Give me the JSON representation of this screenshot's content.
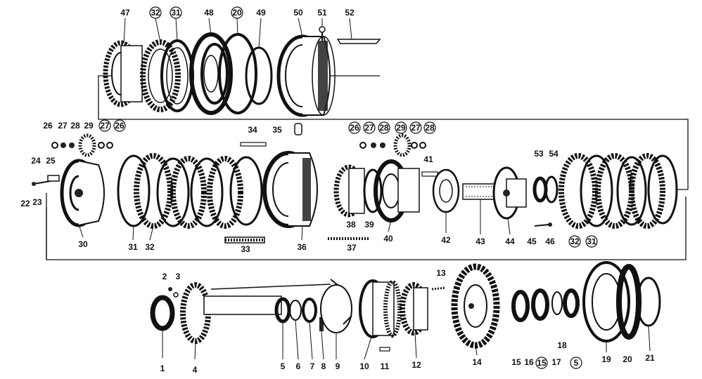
{
  "diagram": {
    "callouts": [
      {
        "id": "c47",
        "text": "47",
        "circled": false
      },
      {
        "id": "c32a",
        "text": "32",
        "circled": true
      },
      {
        "id": "c31a",
        "text": "31",
        "circled": true
      },
      {
        "id": "c48",
        "text": "48",
        "circled": false
      },
      {
        "id": "c20a",
        "text": "20",
        "circled": true
      },
      {
        "id": "c49",
        "text": "49",
        "circled": false
      },
      {
        "id": "c50",
        "text": "50",
        "circled": false
      },
      {
        "id": "c51",
        "text": "51",
        "circled": false
      },
      {
        "id": "c52",
        "text": "52",
        "circled": false
      },
      {
        "id": "c26a",
        "text": "26",
        "circled": false
      },
      {
        "id": "c27a",
        "text": "27",
        "circled": false
      },
      {
        "id": "c28a",
        "text": "28",
        "circled": false
      },
      {
        "id": "c29a",
        "text": "29",
        "circled": false
      },
      {
        "id": "c27b",
        "text": "27",
        "circled": true
      },
      {
        "id": "c26b",
        "text": "26",
        "circled": true
      },
      {
        "id": "c34",
        "text": "34",
        "circled": false
      },
      {
        "id": "c35",
        "text": "35",
        "circled": false
      },
      {
        "id": "c26c",
        "text": "26",
        "circled": true
      },
      {
        "id": "c27c",
        "text": "27",
        "circled": true
      },
      {
        "id": "c28b",
        "text": "28",
        "circled": true
      },
      {
        "id": "c29b",
        "text": "29",
        "circled": true
      },
      {
        "id": "c27d",
        "text": "27",
        "circled": true
      },
      {
        "id": "c28c",
        "text": "28",
        "circled": true
      },
      {
        "id": "c24",
        "text": "24",
        "circled": false
      },
      {
        "id": "c25",
        "text": "25",
        "circled": false
      },
      {
        "id": "c22",
        "text": "22",
        "circled": false
      },
      {
        "id": "c23",
        "text": "23",
        "circled": false
      },
      {
        "id": "c41",
        "text": "41",
        "circled": false
      },
      {
        "id": "c53",
        "text": "53",
        "circled": false
      },
      {
        "id": "c54",
        "text": "54",
        "circled": false
      },
      {
        "id": "c30",
        "text": "30",
        "circled": false
      },
      {
        "id": "c31b",
        "text": "31",
        "circled": false
      },
      {
        "id": "c32b",
        "text": "32",
        "circled": false
      },
      {
        "id": "c33",
        "text": "33",
        "circled": false
      },
      {
        "id": "c36",
        "text": "36",
        "circled": false
      },
      {
        "id": "c37",
        "text": "37",
        "circled": false
      },
      {
        "id": "c38",
        "text": "38",
        "circled": false
      },
      {
        "id": "c39",
        "text": "39",
        "circled": false
      },
      {
        "id": "c40",
        "text": "40",
        "circled": false
      },
      {
        "id": "c42",
        "text": "42",
        "circled": false
      },
      {
        "id": "c43",
        "text": "43",
        "circled": false
      },
      {
        "id": "c44",
        "text": "44",
        "circled": false
      },
      {
        "id": "c45",
        "text": "45",
        "circled": false
      },
      {
        "id": "c46",
        "text": "46",
        "circled": false
      },
      {
        "id": "c32c",
        "text": "32",
        "circled": true
      },
      {
        "id": "c31c",
        "text": "31",
        "circled": true
      },
      {
        "id": "c2",
        "text": "2",
        "circled": false
      },
      {
        "id": "c3",
        "text": "3",
        "circled": false
      },
      {
        "id": "c13",
        "text": "13",
        "circled": false
      },
      {
        "id": "c18",
        "text": "18",
        "circled": false
      },
      {
        "id": "c1",
        "text": "1",
        "circled": false
      },
      {
        "id": "c4",
        "text": "4",
        "circled": false
      },
      {
        "id": "c5a",
        "text": "5",
        "circled": false
      },
      {
        "id": "c6",
        "text": "6",
        "circled": false
      },
      {
        "id": "c7",
        "text": "7",
        "circled": false
      },
      {
        "id": "c8",
        "text": "8",
        "circled": false
      },
      {
        "id": "c9",
        "text": "9",
        "circled": false
      },
      {
        "id": "c10",
        "text": "10",
        "circled": false
      },
      {
        "id": "c11",
        "text": "11",
        "circled": false
      },
      {
        "id": "c12",
        "text": "12",
        "circled": false
      },
      {
        "id": "c14",
        "text": "14",
        "circled": false
      },
      {
        "id": "c15a",
        "text": "15",
        "circled": false
      },
      {
        "id": "c16",
        "text": "16",
        "circled": false
      },
      {
        "id": "c15b",
        "text": "15",
        "circled": true
      },
      {
        "id": "c17",
        "text": "17",
        "circled": false
      },
      {
        "id": "c5b",
        "text": "5",
        "circled": true
      },
      {
        "id": "c19",
        "text": "19",
        "circled": false
      },
      {
        "id": "c20b",
        "text": "20",
        "circled": false
      },
      {
        "id": "c21",
        "text": "21",
        "circled": false
      }
    ]
  }
}
